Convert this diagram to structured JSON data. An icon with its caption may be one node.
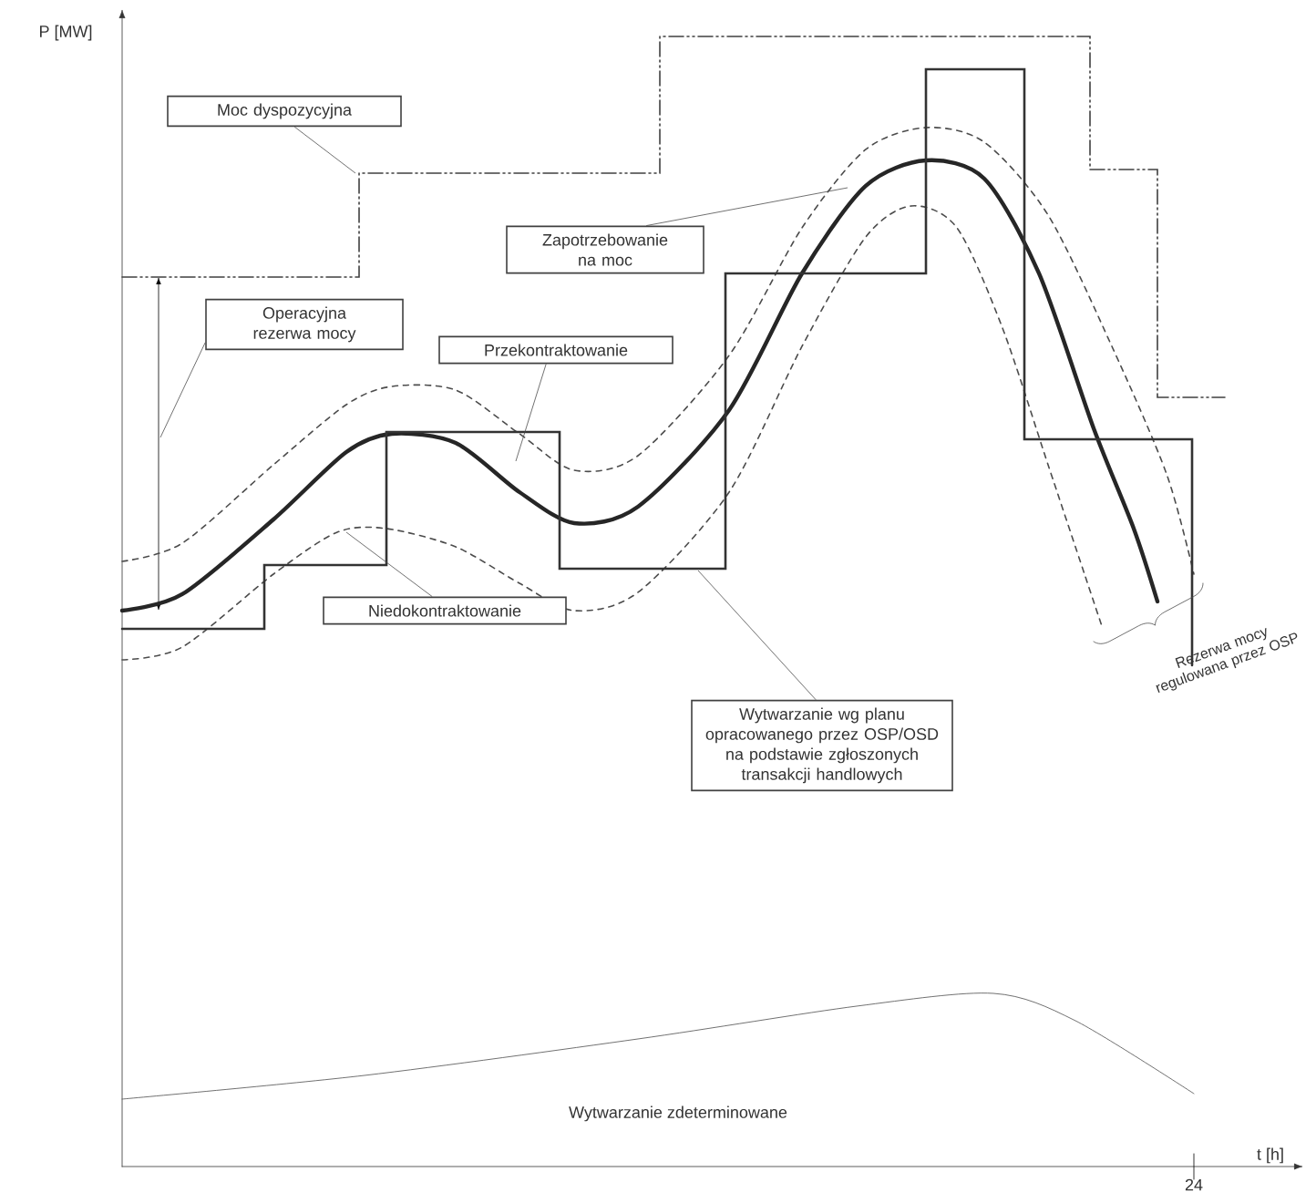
{
  "diagram": {
    "nodes": [
      {
        "text": [
          "Moc dyspozycyjna"
        ]
      },
      {
        "text": [
          "Operacyjna rezerwa mocy"
        ]
      },
      {
        "text": [
          "Zapotrzebowanie na moc"
        ]
      },
      {
        "text": [
          "Przekontraktowanie"
        ]
      },
      {
        "text": [
          "Niedokontraktowanie"
        ]
      },
      {
        "text": [
          "Wytwarzanie wg planu opracowanego przez OSP/OSD na podstawie zgłoszonych transakcji handlowych"
        ]
      }
    ],
    "edges": [
      {
        "from": 0,
        "to": null,
        "arrow": "none"
      },
      {
        "from": 1,
        "to": null,
        "arrow": "none"
      },
      {
        "from": 2,
        "to": null,
        "arrow": "none"
      },
      {
        "from": 3,
        "to": null,
        "arrow": "none"
      },
      {
        "from": 4,
        "to": null,
        "arrow": "none"
      },
      {
        "from": 5,
        "to": null,
        "arrow": "none"
      }
    ],
    "labels": [
      "P [MW]",
      "Rezerwa mocy regulowana przez OSP",
      "Wytwarzanie zdeterminowane",
      "t [h]",
      "24"
    ]
  }
}
